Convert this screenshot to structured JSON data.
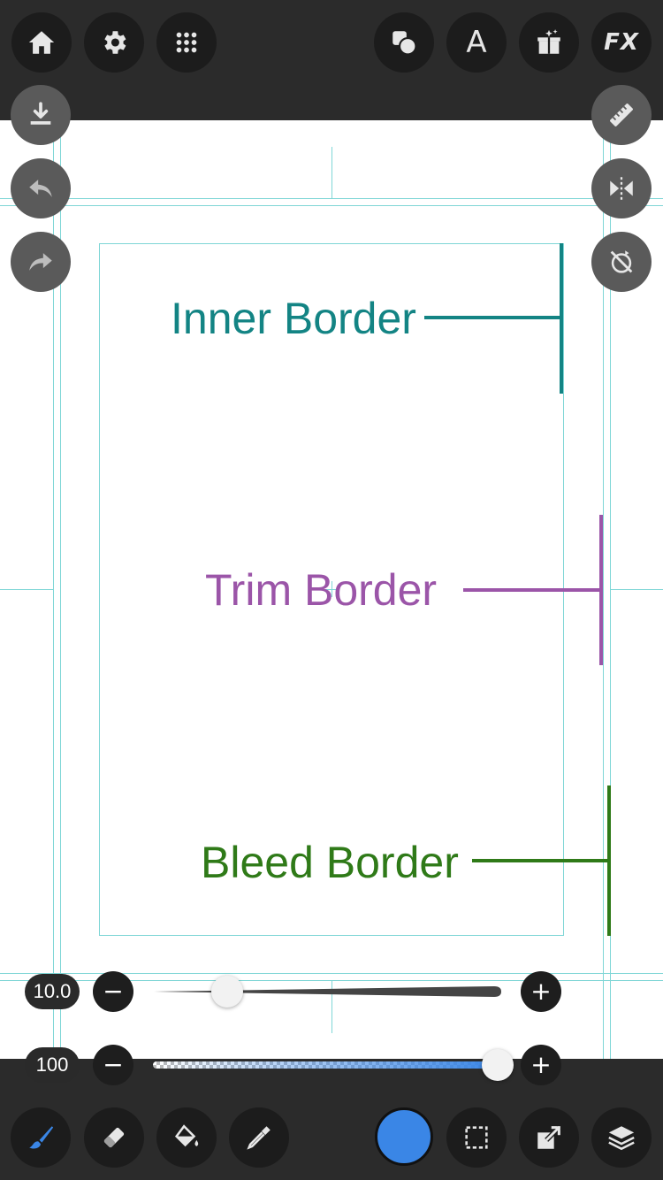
{
  "app": {
    "accent_color": "#3a86e6",
    "toolbar_bg": "#2b2b2b"
  },
  "top_toolbar": {
    "left": [
      "home-icon",
      "gear-icon",
      "grid-icon"
    ],
    "right": [
      "shapes-icon",
      "text-icon",
      "gift-icon",
      "fx-icon"
    ],
    "text_label": "A",
    "fx_label": "FX"
  },
  "left_float": [
    "download-icon",
    "undo-icon",
    "redo-icon"
  ],
  "right_float": [
    "ruler-icon",
    "symmetry-icon",
    "snap-off-icon"
  ],
  "canvas": {
    "labels": {
      "inner": {
        "text": "Inner Border",
        "color": "#138484"
      },
      "trim": {
        "text": "Trim Border",
        "color": "#9b55a8"
      },
      "bleed": {
        "text": "Bleed Border",
        "color": "#2f7a18"
      }
    },
    "guide_color": "#7fd6d6"
  },
  "brush_size": {
    "value": "10.0",
    "minus": "−",
    "plus": "+",
    "level": 0.12
  },
  "opacity": {
    "value": "100",
    "minus": "−",
    "plus": "+",
    "level": 1.0
  },
  "bottom_toolbar": {
    "tools": [
      "brush-icon",
      "eraser-icon",
      "fill-icon",
      "eyedropper-icon"
    ],
    "current_color": "#3a86e6",
    "right": [
      "selection-icon",
      "transform-icon",
      "layers-icon"
    ]
  }
}
